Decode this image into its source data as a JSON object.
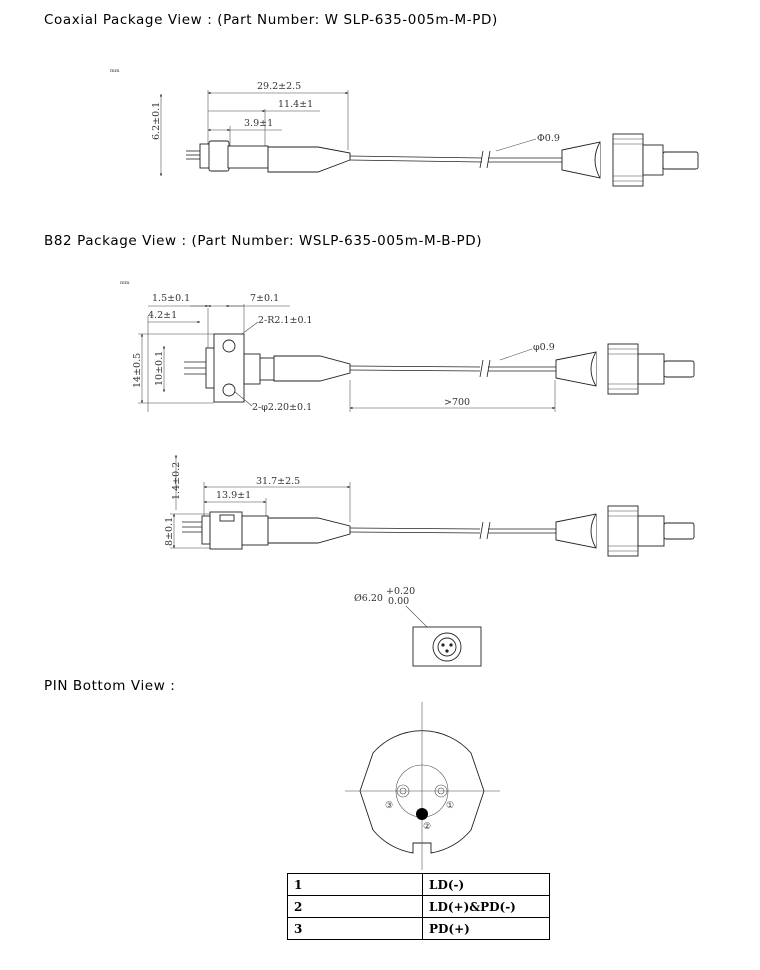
{
  "headings": {
    "coaxial": "Coaxial Package View : (Part Number: W SLP-635-005m-M-PD)",
    "b82": "B82 Package View : (Part Number: WSLP-635-005m-M-B-PD)",
    "pin": "PIN Bottom View :"
  },
  "coaxial": {
    "unit": "mm",
    "dim_height": "6.2±0.1",
    "dim_total": "29.2±2.5",
    "dim_mid": "11.4±1",
    "dim_short": "3.9±1",
    "dim_fiber": "Φ0.9"
  },
  "b82_top": {
    "unit": "mm",
    "dim_a": "1.5±0.1",
    "dim_b": "7±0.1",
    "dim_c": "4.2±1",
    "dim_radius": "2-R2.1±0.1",
    "dim_height_outer": "14±0.5",
    "dim_height_inner": "10±0.1",
    "dim_holes": "2-φ2.20±0.1",
    "dim_length": ">700",
    "dim_fiber": "φ0.9"
  },
  "b82_side": {
    "dim_top": "1.4±0.2",
    "dim_total": "31.7±2.5",
    "dim_mid": "13.9±1",
    "dim_height": "8±0.1"
  },
  "b82_front": {
    "dim_diameter": "Ø6.20",
    "tol_plus": "+0.20",
    "tol_minus": "0.00"
  },
  "pin_view": {
    "labels": [
      "③",
      "①",
      "②"
    ]
  },
  "pin_table": [
    {
      "num": "1",
      "func": "LD(-)"
    },
    {
      "num": "2",
      "func": "LD(+)&PD(-)"
    },
    {
      "num": "3",
      "func": "PD(+)"
    }
  ]
}
